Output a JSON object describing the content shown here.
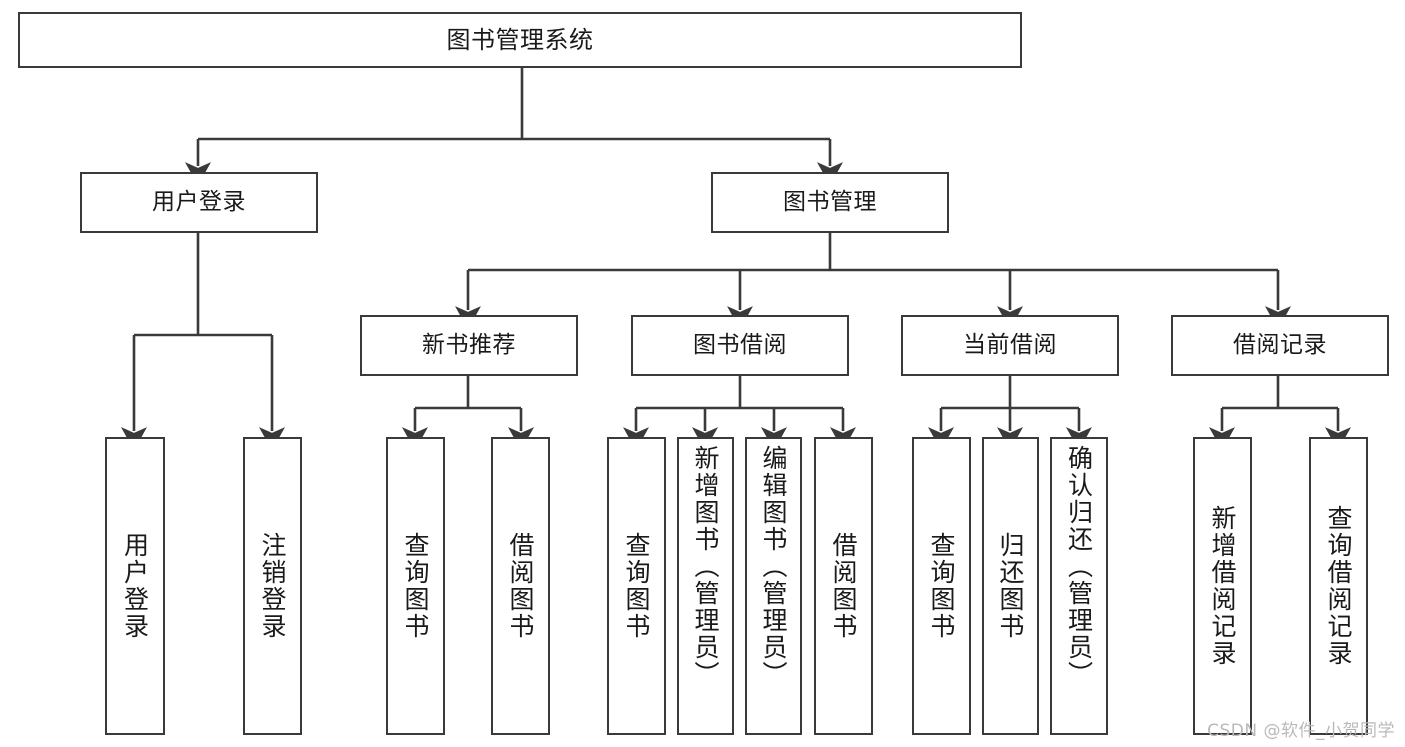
{
  "diagram": {
    "title": "图书管理系统",
    "type": "tree-hierarchy-chart",
    "colors": {
      "stroke": "#3a3a3a",
      "fill": "#ffffff",
      "text": "#1a1a1a",
      "watermark": "#b9b9b9"
    },
    "root": {
      "label": "图书管理系统"
    },
    "level2": [
      {
        "label": "用户登录"
      },
      {
        "label": "图书管理"
      }
    ],
    "level3": [
      {
        "label": "新书推荐"
      },
      {
        "label": "图书借阅"
      },
      {
        "label": "当前借阅"
      },
      {
        "label": "借阅记录"
      }
    ],
    "leaves": {
      "user_login": [
        {
          "label": "用户登录"
        },
        {
          "label": "注销登录"
        }
      ],
      "new_book_recommend": [
        {
          "label": "查询图书"
        },
        {
          "label": "借阅图书"
        }
      ],
      "book_borrow": [
        {
          "label": "查询图书"
        },
        {
          "label": "新增图书（管理员）"
        },
        {
          "label": "编辑图书（管理员）"
        },
        {
          "label": "借阅图书"
        }
      ],
      "current_borrow": [
        {
          "label": "查询图书"
        },
        {
          "label": "归还图书"
        },
        {
          "label": "确认归还（管理员）"
        }
      ],
      "borrow_record": [
        {
          "label": "新增借阅记录"
        },
        {
          "label": "查询借阅记录"
        }
      ]
    }
  },
  "watermark": {
    "text": "CSDN @软件_小贺同学"
  }
}
